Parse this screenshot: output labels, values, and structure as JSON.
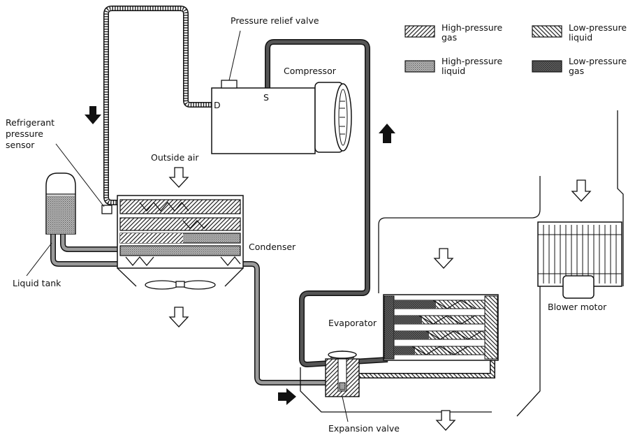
{
  "legend": {
    "high_pressure_gas": [
      "High-pressure",
      "gas"
    ],
    "low_pressure_liquid": [
      "Low-pressure",
      "liquid"
    ],
    "high_pressure_liquid": [
      "High-pressure",
      "liquid"
    ],
    "low_pressure_gas": [
      "Low-pressure",
      "gas"
    ]
  },
  "labels": {
    "pressure_relief_valve": "Pressure relief valve",
    "compressor": "Compressor",
    "discharge_port": "D",
    "suction_port": "S",
    "refrigerant_pressure_sensor": [
      "Refrigerant",
      "pressure",
      "sensor"
    ],
    "outside_air": "Outside air",
    "condenser": "Condenser",
    "liquid_tank": "Liquid tank",
    "evaporator": "Evaporator",
    "blower_motor": "Blower motor",
    "expansion_valve": "Expansion valve"
  },
  "colors": {
    "line": "#111111",
    "dense_fill": "#555555",
    "liquid_fill": "#9a9a9a"
  }
}
